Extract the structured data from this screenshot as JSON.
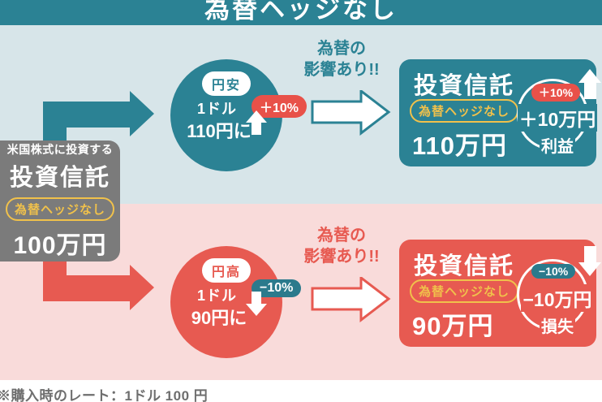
{
  "colors": {
    "teal": "#2B8294",
    "red": "#E75A51",
    "light_blue_bg": "#D7E5E9",
    "pink_bg": "#F9DBDA",
    "gray_box": "#7B7B7B",
    "yellow_accent": "#F0C14B",
    "badge_red": "#E85149",
    "badge_teal": "#2B7A8C",
    "footnote_gray": "#6E6E6E"
  },
  "header": {
    "title": "為替ヘッジなし"
  },
  "source_box": {
    "subtitle": "米国株式に投資する",
    "title": "投資信託",
    "badge": "為替ヘッジなし",
    "amount": "100万円"
  },
  "scenarios": [
    {
      "name": "yen-depreciation",
      "circle": {
        "tag": "円安",
        "rate_line1": "1ドル",
        "rate_line2": "110円に",
        "badge": "＋10%"
      },
      "effect_line1": "為替の",
      "effect_line2": "影響あり!!",
      "result": {
        "title": "投資信託",
        "badge": "為替ヘッジなし",
        "amount": "110万円",
        "change_badge": "＋10%",
        "change_amount": "＋10万円",
        "change_label": "利益"
      }
    },
    {
      "name": "yen-appreciation",
      "circle": {
        "tag": "円高",
        "rate_line1": "1ドル",
        "rate_line2": "90円に",
        "badge": "−10%"
      },
      "effect_line1": "為替の",
      "effect_line2": "影響あり!!",
      "result": {
        "title": "投資信託",
        "badge": "為替ヘッジなし",
        "amount": "90万円",
        "change_badge": "−10%",
        "change_amount": "−10万円",
        "change_label": "損失"
      }
    }
  ],
  "footnote": "※購入時のレート：1ドル 100 円"
}
